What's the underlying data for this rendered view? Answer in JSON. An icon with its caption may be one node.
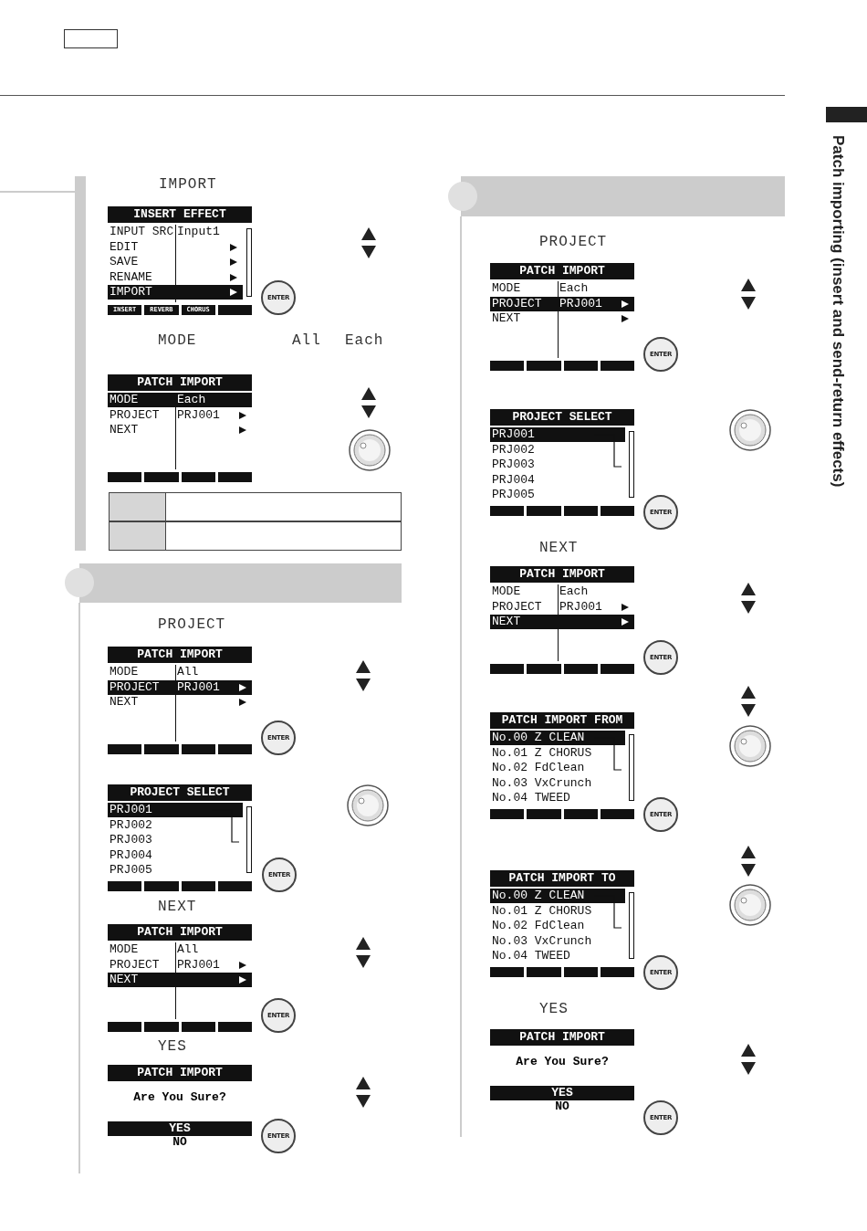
{
  "diagram": {
    "title": "Patch importing (insert and send-return effects)",
    "nodes": [
      {
        "text": [
          "INSERT EFFECT",
          "INPUT SRC",
          "Input1",
          "EDIT",
          "SAVE",
          "RENAME",
          "IMPORT",
          "INSERT",
          "REVERB",
          "CHORUS"
        ]
      },
      {
        "text": [
          "ENTER"
        ]
      },
      {
        "text": [
          "PATCH IMPORT",
          "MODE",
          "Each",
          "PROJECT",
          "PRJ001",
          "NEXT"
        ]
      },
      {
        "text": [
          "PATCH IMPORT",
          "MODE",
          "All",
          "PROJECT",
          "PRJ001",
          "NEXT"
        ]
      },
      {
        "text": [
          "ENTER"
        ]
      },
      {
        "text": [
          "PROJECT SELECT",
          "PRJ001",
          "PRJ002",
          "PRJ003",
          "PRJ004",
          "PRJ005"
        ]
      },
      {
        "text": [
          "ENTER"
        ]
      },
      {
        "text": [
          "PATCH IMPORT",
          "MODE",
          "All",
          "PROJECT",
          "PRJ001",
          "NEXT"
        ]
      },
      {
        "text": [
          "ENTER"
        ]
      },
      {
        "text": [
          "PATCH IMPORT",
          "Are You Sure?",
          "YES",
          "NO"
        ]
      },
      {
        "text": [
          "ENTER"
        ]
      },
      {
        "text": [
          "PATCH IMPORT",
          "MODE",
          "Each",
          "PROJECT",
          "PRJ001",
          "NEXT"
        ]
      },
      {
        "text": [
          "ENTER"
        ]
      },
      {
        "text": [
          "PROJECT SELECT",
          "PRJ001",
          "PRJ002",
          "PRJ003",
          "PRJ004",
          "PRJ005"
        ]
      },
      {
        "text": [
          "ENTER"
        ]
      },
      {
        "text": [
          "PATCH IMPORT",
          "MODE",
          "Each",
          "PROJECT",
          "PRJ001",
          "NEXT"
        ]
      },
      {
        "text": [
          "ENTER"
        ]
      },
      {
        "text": [
          "PATCH IMPORT FROM",
          "No.00 Z CLEAN",
          "No.01 Z CHORUS",
          "No.02 FdClean",
          "No.03 VxCrunch",
          "No.04 TWEED"
        ]
      },
      {
        "text": [
          "ENTER"
        ]
      },
      {
        "text": [
          "PATCH IMPORT TO",
          "No.00 Z CLEAN",
          "No.01 Z CHORUS",
          "No.02 FdClean",
          "No.03 VxCrunch",
          "No.04 TWEED"
        ]
      },
      {
        "text": [
          "ENTER"
        ]
      },
      {
        "text": [
          "PATCH IMPORT",
          "Are You Sure?",
          "YES",
          "NO"
        ]
      },
      {
        "text": [
          "ENTER"
        ]
      }
    ],
    "labels": [
      "IMPORT",
      "MODE",
      "All",
      "Each",
      "PROJECT",
      "NEXT",
      "YES",
      "PROJECT",
      "NEXT",
      "YES"
    ]
  }
}
